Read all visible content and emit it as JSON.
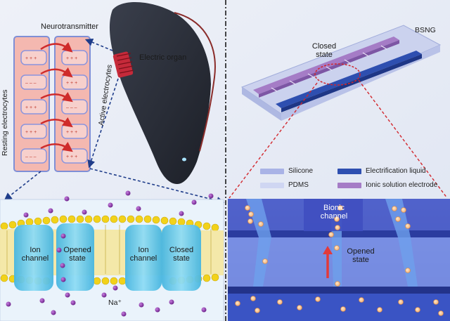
{
  "labels": {
    "neurotransmitter": "Neurotransmitter",
    "electric_organ": "Electric organ",
    "active_electrocytes": "Active electrocytes",
    "resting_electrocytes": "Resting electrocytes",
    "bsng": "BSNG",
    "closed_state_top": "Closed state",
    "ion_channel_1": "Ion channel",
    "opened_state_1": "Opened state",
    "ion_channel_2": "Ion channel",
    "closed_state_2": "Closed state",
    "na_plus": "Na⁺",
    "bionic_channel": "Bionic channel",
    "opened_state_right": "Opened state"
  },
  "legend": [
    {
      "label": "Silicone",
      "color": "#a9b3e6"
    },
    {
      "label": "Electrification liquid",
      "color": "#2e4fb0"
    },
    {
      "label": "PDMS",
      "color": "#cfd6f2"
    },
    {
      "label": "Ionic solution electrode",
      "color": "#a57cc6"
    }
  ],
  "colors": {
    "eel_body": "#2b2f3a",
    "electrocyte_fill": "#f4b8b0",
    "electrocyte_border": "#7f8fd6",
    "membrane_head": "#f2d21a",
    "ion_channel": "#5ec6ea",
    "sodium_ion": "#8a3aa6",
    "bionic_bg": "#3e58c9",
    "divider": "#1a1a1a",
    "dashed_red": "#d2262c",
    "dashed_blue": "#1f3d8a"
  }
}
